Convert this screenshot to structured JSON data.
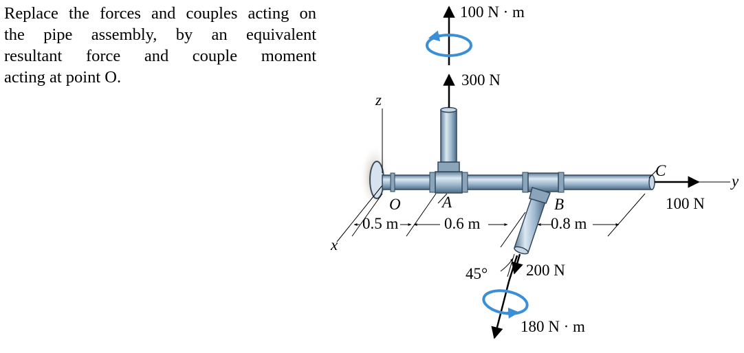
{
  "problem": {
    "lines": [
      "Replace the forces and couples acting on",
      "the pipe assembly, by an equivalent",
      "resultant force and couple moment",
      "acting at point O."
    ]
  },
  "figure": {
    "axes": {
      "x": "x",
      "y": "y",
      "z": "z"
    },
    "points": {
      "O": "O",
      "A": "A",
      "B": "B",
      "C": "C"
    },
    "loads": {
      "couple_top": "100 N · m",
      "force_top": "300 N",
      "force_c": "100 N",
      "force_b": "200 N",
      "couple_b": "180 N · m"
    },
    "dimensions": {
      "oa": "0.5 m",
      "ab": "0.6 m",
      "bc": "0.8 m",
      "angle": "45°"
    },
    "colors": {
      "pipe": "#9fb9cf",
      "couple_arrow": "#3b8fd6",
      "line": "#000000",
      "wall": "#c9b8a6"
    }
  }
}
